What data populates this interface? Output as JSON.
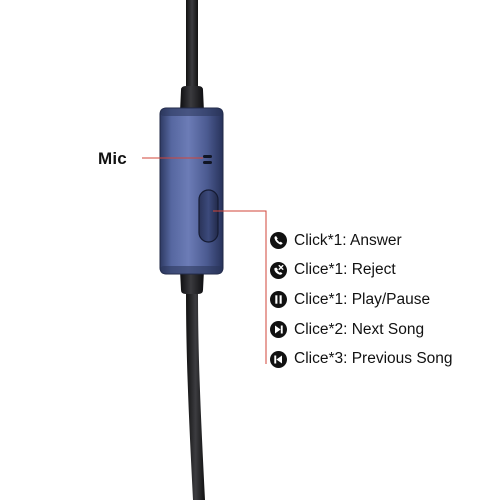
{
  "mic_label": "Mic",
  "functions": [
    {
      "icon": "phone-answer-icon",
      "text": "Click*1: Answer"
    },
    {
      "icon": "phone-reject-icon",
      "text": "Clice*1: Reject"
    },
    {
      "icon": "play-pause-icon",
      "text": "Clice*1: Play/Pause"
    },
    {
      "icon": "next-song-icon",
      "text": "Clice*2: Next Song"
    },
    {
      "icon": "previous-song-icon",
      "text": "Clice*3: Previous Song"
    }
  ],
  "colors": {
    "cable": "#1d1d1f",
    "remote_body": "#4a5a8c",
    "callout_line": "#d0453a",
    "text": "#111111"
  }
}
